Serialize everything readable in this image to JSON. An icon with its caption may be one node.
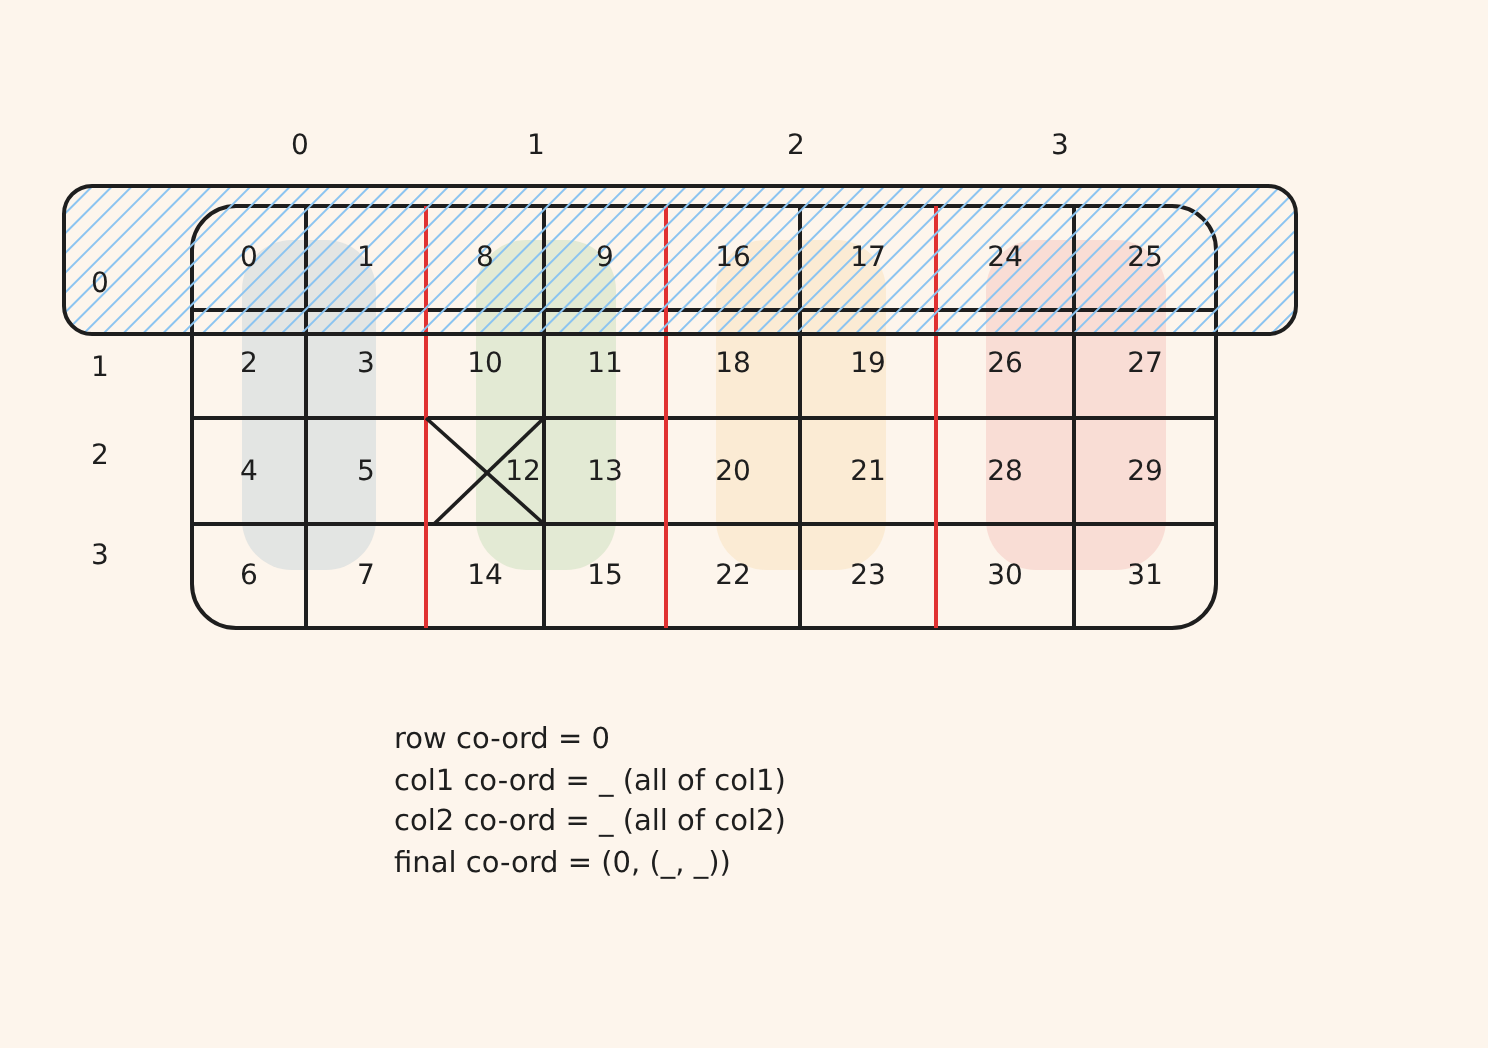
{
  "diagram": {
    "labels": [
      "0",
      "1",
      "2",
      "3",
      "0",
      "0",
      "1",
      "8",
      "9",
      "16",
      "17",
      "24",
      "25",
      "1",
      "2",
      "3",
      "10",
      "11",
      "18",
      "19",
      "26",
      "27",
      "2",
      "4",
      "5",
      "12",
      "13",
      "20",
      "21",
      "28",
      "29",
      "3",
      "6",
      "7",
      "14",
      "15",
      "22",
      "23",
      "30",
      "31",
      "row co-ord = 0",
      "col1 co-ord = _ (all of col1)",
      "col2 co-ord = _ (all of col2)",
      "final co-ord = (0, (_, _))"
    ]
  }
}
